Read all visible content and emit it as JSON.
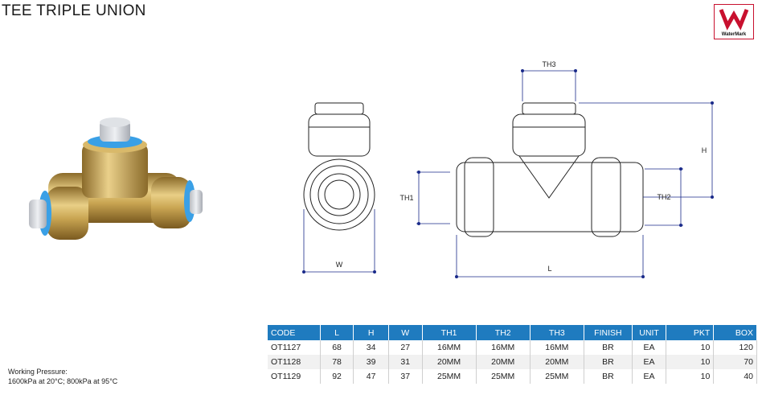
{
  "title": "TEE TRIPLE UNION",
  "watermark_logo": {
    "label": "WaterMark",
    "color": "#c8102e"
  },
  "drawing": {
    "front_width_label": "W",
    "front_th1_label": "TH1",
    "side_th3_label": "TH3",
    "side_h_label": "H",
    "side_th2_label": "TH2",
    "side_l_label": "L"
  },
  "working_pressure": {
    "line1": "Working Pressure:",
    "line2": "1600kPa at 20°C; 800kPa at 95°C"
  },
  "spec_table": {
    "header_color": "#1f7bbf",
    "columns": [
      "CODE",
      "L",
      "H",
      "W",
      "TH1",
      "TH2",
      "TH3",
      "FINISH",
      "UNIT",
      "PKT",
      "BOX"
    ],
    "rows": [
      [
        "OT1127",
        "68",
        "34",
        "27",
        "16MM",
        "16MM",
        "16MM",
        "BR",
        "EA",
        "10",
        "120"
      ],
      [
        "OT1128",
        "78",
        "39",
        "31",
        "20MM",
        "20MM",
        "20MM",
        "BR",
        "EA",
        "10",
        "70"
      ],
      [
        "OT1129",
        "92",
        "47",
        "37",
        "25MM",
        "25MM",
        "25MM",
        "BR",
        "EA",
        "10",
        "40"
      ]
    ]
  }
}
